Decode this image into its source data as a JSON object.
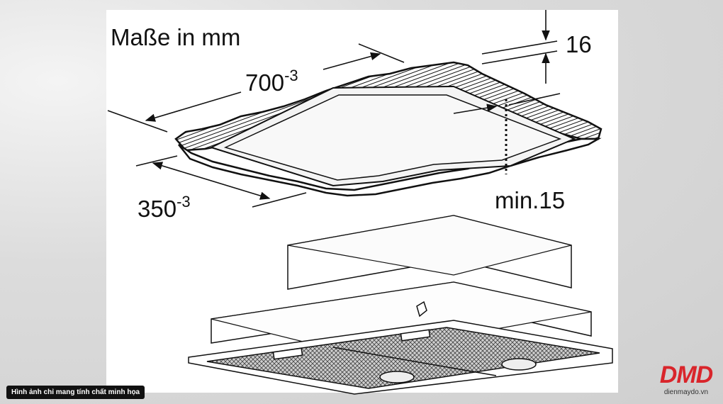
{
  "diagram": {
    "units_label": "Maße in mm",
    "width_label": "700",
    "width_tol": "-3",
    "depth_label": "350",
    "depth_tol": "-3",
    "thickness_label": "16",
    "min_label": "min.15"
  },
  "caption": {
    "text": "Hình ảnh chỉ mang tính chất minh họa"
  },
  "brand": {
    "logo": "DMD",
    "url": "dienmaydo.vn"
  },
  "colors": {
    "brand_red": "#d9252b",
    "line": "#111111"
  }
}
